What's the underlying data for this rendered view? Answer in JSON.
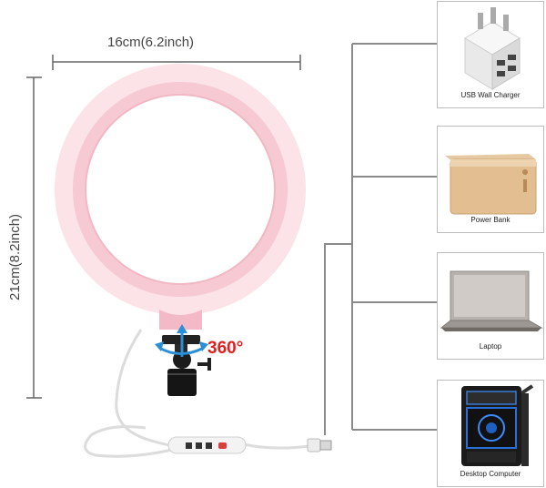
{
  "dimensions": {
    "width_label": "16cm(6.2inch)",
    "height_label": "21cm(8.2inch)"
  },
  "rotation_label": "360°",
  "power_sources": [
    {
      "name": "USB Wall Charger",
      "icon": "usb-wall-charger-icon"
    },
    {
      "name": "Power Bank",
      "icon": "power-bank-icon"
    },
    {
      "name": "Laptop",
      "icon": "laptop-icon"
    },
    {
      "name": "Desktop Computer",
      "icon": "desktop-computer-icon"
    }
  ],
  "colors": {
    "ring": "#f5c3cd",
    "rotation_label": "#e02020",
    "connector_lines": "#888888"
  }
}
